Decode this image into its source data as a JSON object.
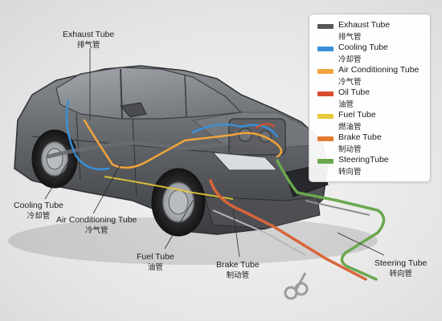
{
  "callouts": {
    "exhaust": {
      "en": "Exhaust Tube",
      "zh": "排气管"
    },
    "cooling": {
      "en": "Cooling Tube",
      "zh": "冷却管"
    },
    "ac": {
      "en": "Air Conditioning Tube",
      "zh": "冷气管"
    },
    "fuel": {
      "en": "Fuel Tube",
      "zh": "油管"
    },
    "brake": {
      "en": "Brake Tube",
      "zh": "制动管"
    },
    "steering": {
      "en": "Steering Tube",
      "zh": "转向管"
    }
  },
  "legend": [
    {
      "en": "Exhaust Tube",
      "zh": "排气管",
      "color": "#555555"
    },
    {
      "en": "Cooling Tube",
      "zh": "冷却管",
      "color": "#3b8fd6"
    },
    {
      "en": "Air Conditioning Tube",
      "zh": "冷气管",
      "color": "#f0a43a"
    },
    {
      "en": "Oil Tube",
      "zh": "油管",
      "color": "#d94c2e"
    },
    {
      "en": "Fuel Tube",
      "zh": "燃油管",
      "color": "#e8c93a"
    },
    {
      "en": "Brake Tube",
      "zh": "制动管",
      "color": "#e07a2e"
    },
    {
      "en": "SteeringTube",
      "zh": "转向管",
      "color": "#6aa84f"
    }
  ]
}
